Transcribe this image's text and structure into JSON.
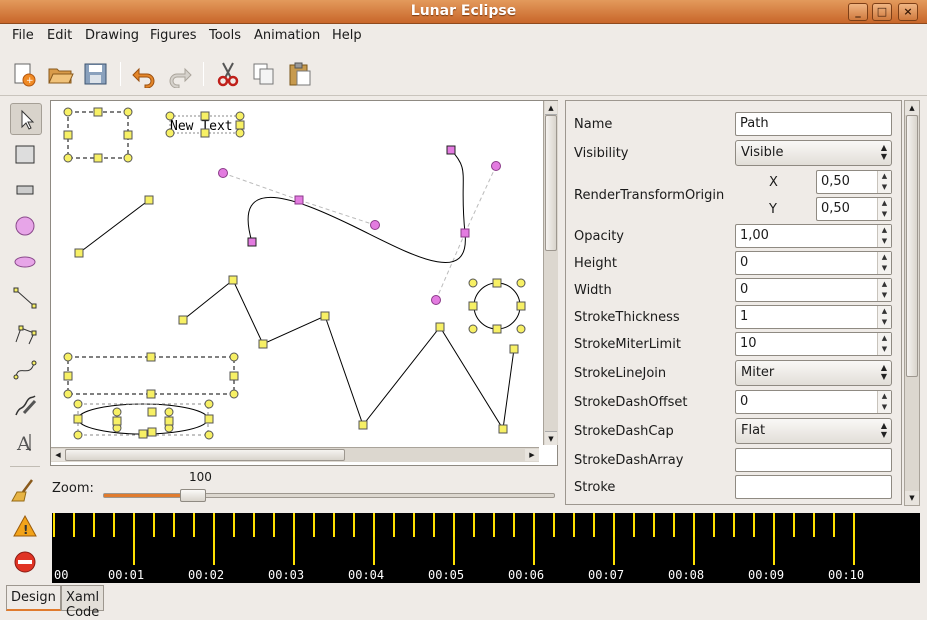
{
  "window": {
    "title": "Lunar Eclipse"
  },
  "menu": [
    "File",
    "Edit",
    "Drawing",
    "Figures",
    "Tools",
    "Animation",
    "Help"
  ],
  "toolbar": {
    "icons": [
      "new-icon",
      "open-icon",
      "save-icon",
      "undo-icon",
      "redo-icon",
      "cut-icon",
      "copy-icon",
      "paste-icon"
    ]
  },
  "tools": [
    "select-tool",
    "rectangle-tool",
    "square-tool",
    "circle-tool",
    "ellipse-tool",
    "line-tool",
    "polyline-tool",
    "path-tool",
    "freehand-tool",
    "text-tool",
    "broom-tool",
    "warning-tool",
    "stop-tool"
  ],
  "canvas": {
    "text_object": "New Text"
  },
  "zoom": {
    "label": "Zoom:",
    "value": "100",
    "fraction": 0.2
  },
  "properties": {
    "name_label": "Name",
    "name_value": "Path",
    "visibility_label": "Visibility",
    "visibility_value": "Visible",
    "rto_label": "RenderTransformOrigin",
    "x_label": "X",
    "x_value": "0,50",
    "y_label": "Y",
    "y_value": "0,50",
    "opacity_label": "Opacity",
    "opacity_value": "1,00",
    "height_label": "Height",
    "height_value": "0",
    "width_label": "Width",
    "width_value": "0",
    "stroke_thickness_label": "StrokeThickness",
    "stroke_thickness_value": "1",
    "stroke_miter_label": "StrokeMiterLimit",
    "stroke_miter_value": "10",
    "stroke_linejoin_label": "StrokeLineJoin",
    "stroke_linejoin_value": "Miter",
    "stroke_dashoffset_label": "StrokeDashOffset",
    "stroke_dashoffset_value": "0",
    "stroke_dashcap_label": "StrokeDashCap",
    "stroke_dashcap_value": "Flat",
    "stroke_dasharray_label": "StrokeDashArray",
    "stroke_dasharray_value": "",
    "stroke_label": "Stroke",
    "stroke_value": ""
  },
  "timeline": {
    "labels": [
      "00",
      "00:01",
      "00:02",
      "00:03",
      "00:04",
      "00:05",
      "00:06",
      "00:07",
      "00:08",
      "00:09",
      "00:10"
    ]
  },
  "tabs": {
    "design": "Design",
    "xaml": "Xaml Code"
  },
  "colors": {
    "accent": "#d9782f",
    "handle_fill": "#f7f065",
    "path_handle": "#e37be0",
    "timeline_tick": "#ffe100"
  }
}
